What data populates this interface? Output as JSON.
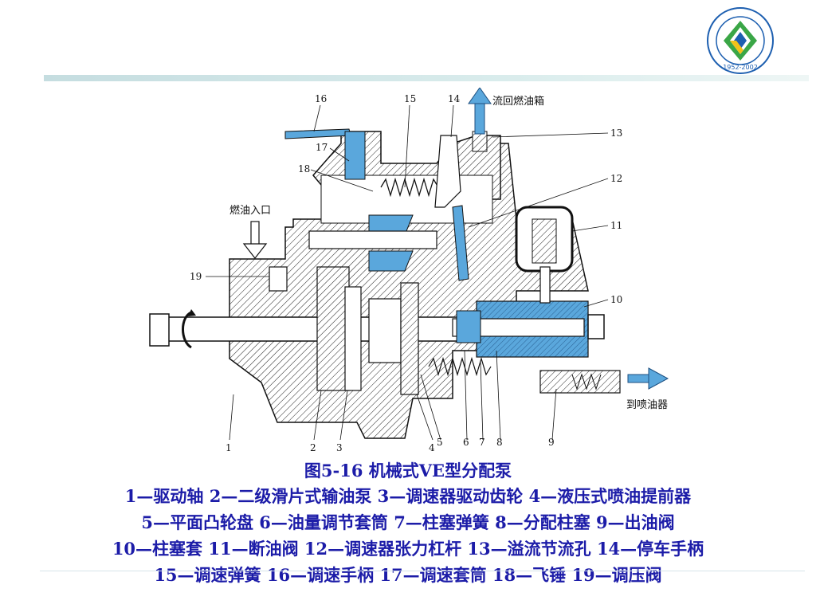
{
  "logo": {
    "ring_top_text": "",
    "ring_bottom_text": "1952-2002",
    "colors": {
      "ring": "#1d5fb0",
      "green": "#3aa646",
      "yellow": "#f2c21a"
    }
  },
  "diagram": {
    "annotations": {
      "return_tank": "流回燃油箱",
      "fuel_inlet": "燃油入口",
      "to_injector": "到喷油器"
    },
    "part_numbers": [
      "1",
      "2",
      "3",
      "4",
      "5",
      "6",
      "7",
      "8",
      "9",
      "10",
      "11",
      "12",
      "13",
      "14",
      "15",
      "16",
      "17",
      "18",
      "19"
    ],
    "colors": {
      "highlight": "#5aa7dc",
      "line": "#111111"
    }
  },
  "caption": {
    "title": "图5-16  机械式VE型分配泵",
    "lines": [
      "1—驱动轴 2—二级滑片式输油泵 3—调速器驱动齿轮 4—液压式喷油提前器",
      "5—平面凸轮盘 6—油量调节套筒 7—柱塞弹簧 8—分配柱塞 9—出油阀",
      "10—柱塞套 11—断油阀 12—调速器张力杠杆 13—溢流节流孔 14—停车手柄",
      "15—调速弹簧 16—调速手柄 17—调速套筒 18—飞锤 19—调压阀"
    ],
    "color": "#1c1ca8"
  }
}
